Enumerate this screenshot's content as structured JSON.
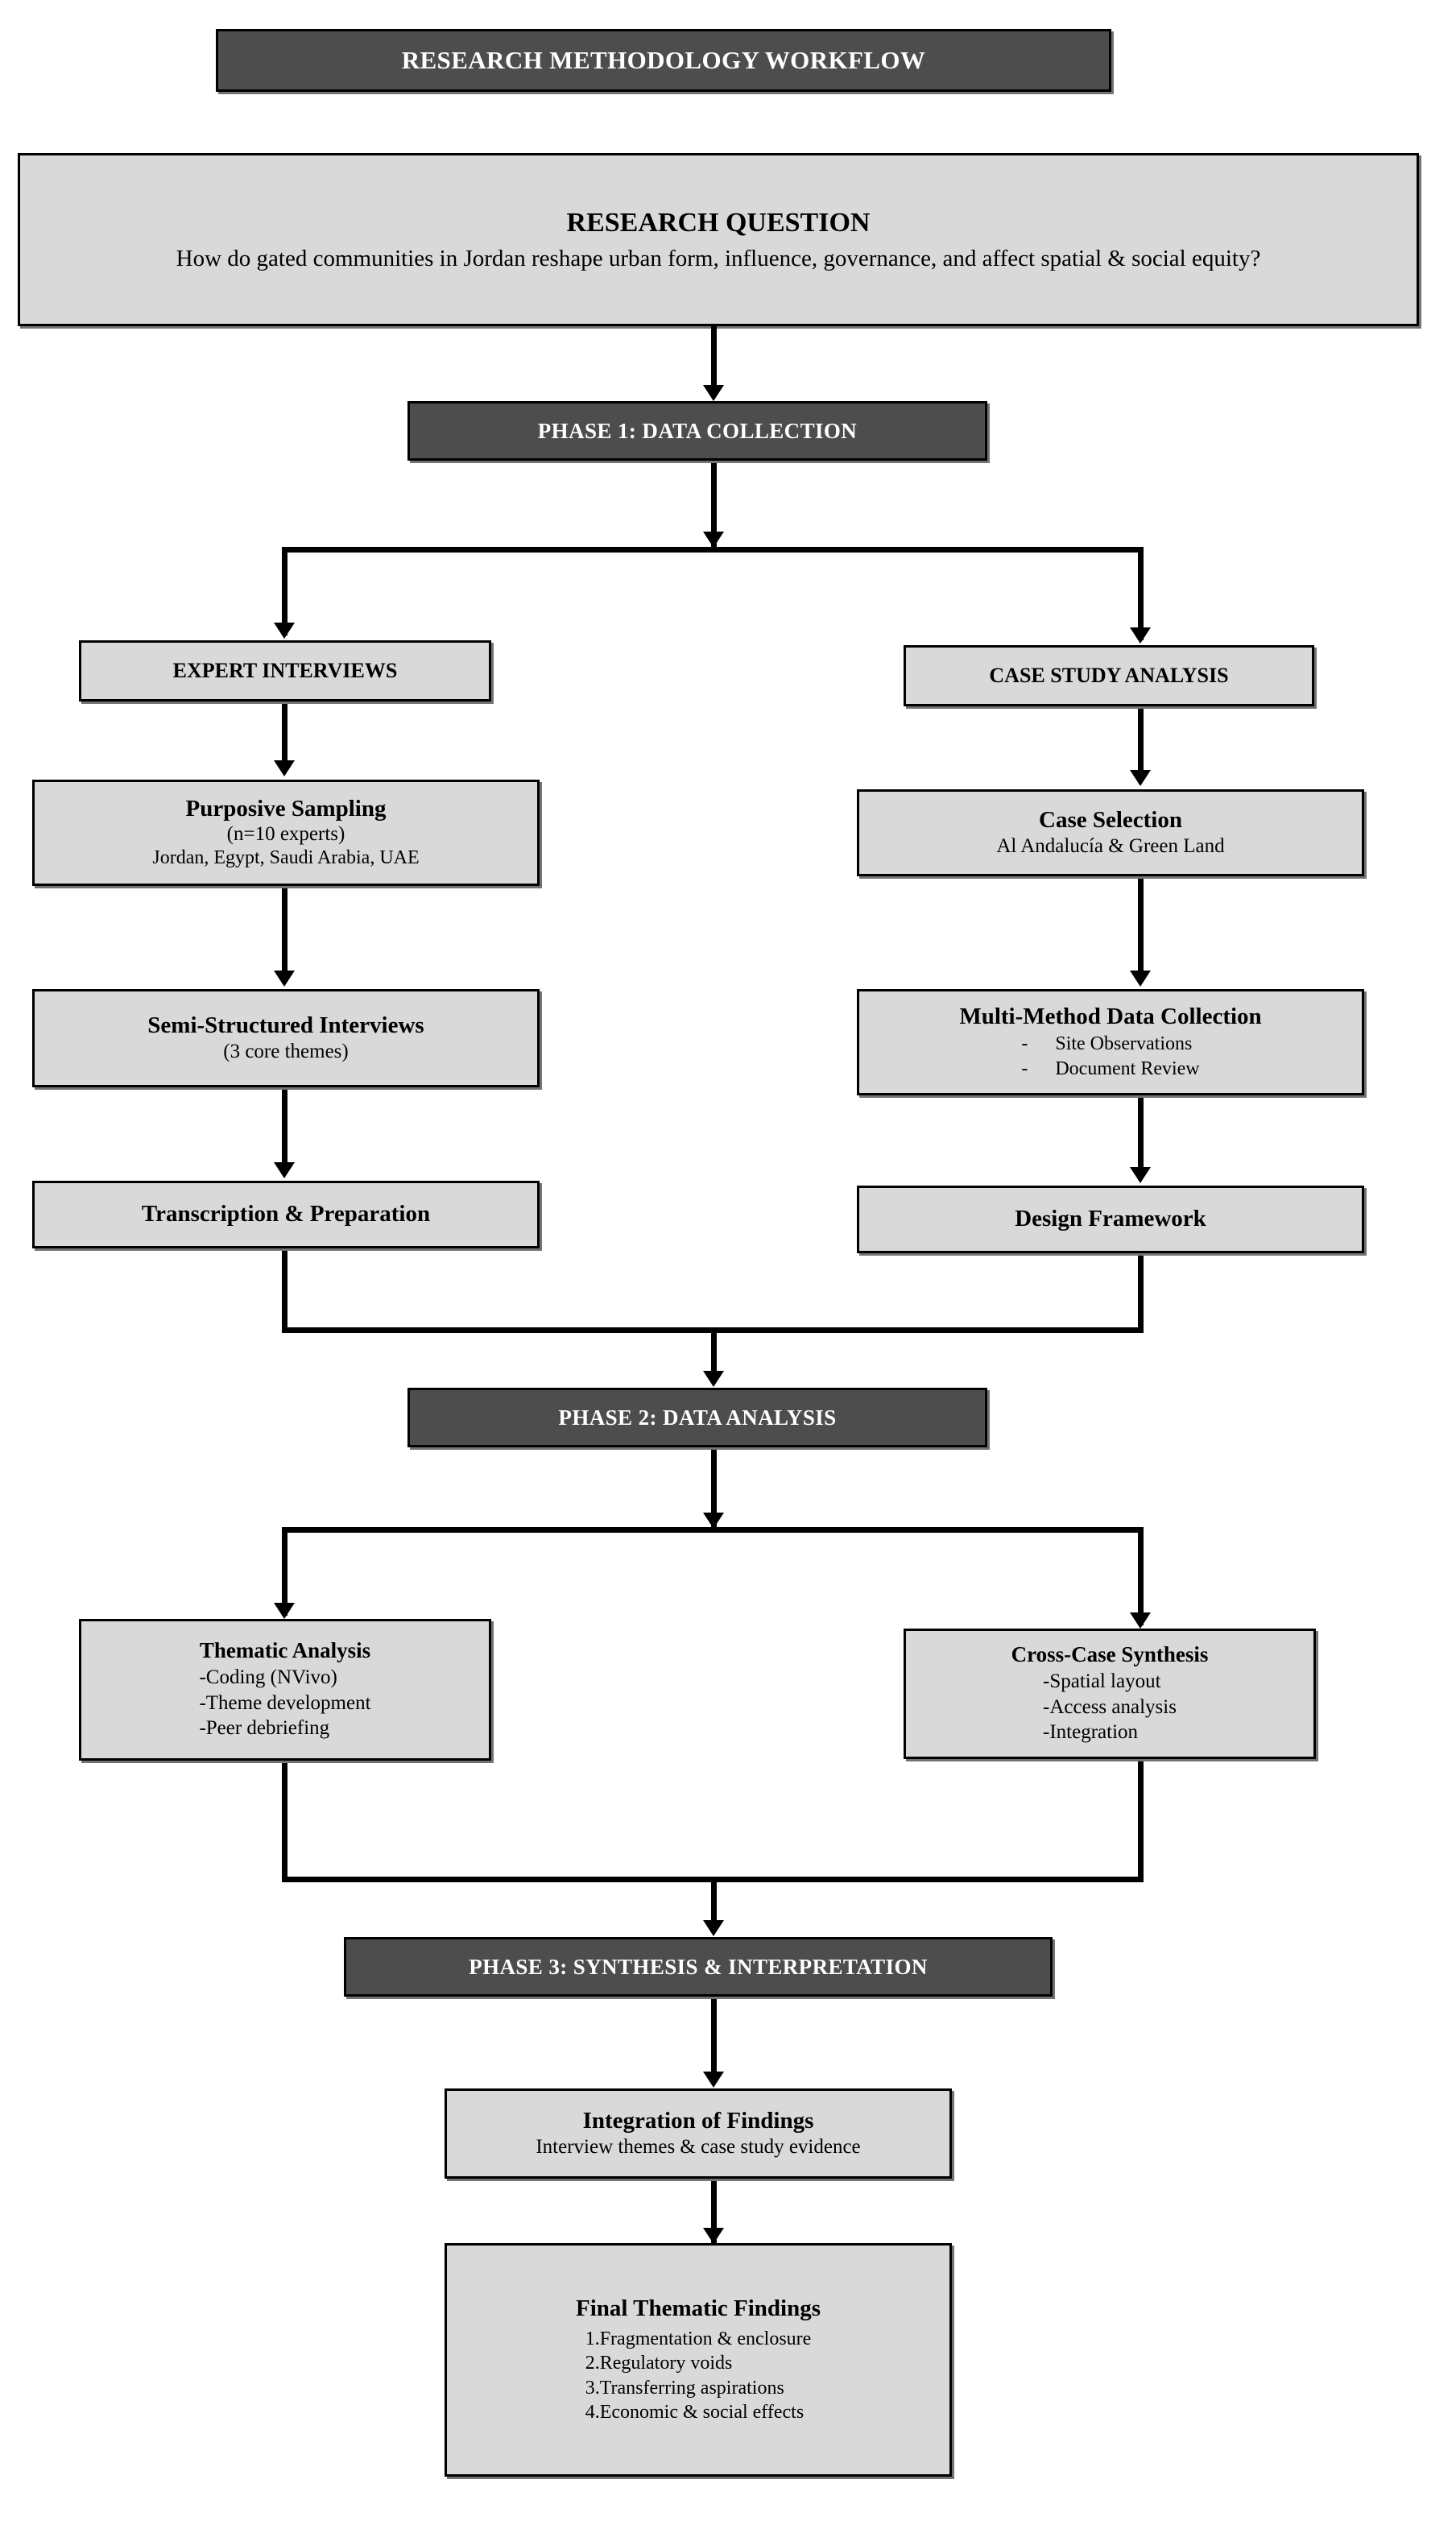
{
  "document": {
    "title": "RESEARCH METHODOLOGY WORKFLOW"
  },
  "colors": {
    "banner_fill": "#4d4d4d",
    "banner_text": "#ffffff",
    "node_fill": "#d9d9d9",
    "stroke": "#000000",
    "page_background": "#ffffff"
  },
  "research_question": {
    "heading": "RESEARCH QUESTION",
    "text": "How do gated communities in Jordan reshape urban form, influence, governance, and affect spatial & social equity?"
  },
  "phases": {
    "phase1": "PHASE 1: DATA COLLECTION",
    "phase2": "PHASE 2: DATA ANALYSIS",
    "phase3": "PHASE 3: SYNTHESIS & INTERPRETATION"
  },
  "branch_left": {
    "header": "EXPERT INTERVIEWS",
    "steps": [
      {
        "title": "Purposive Sampling",
        "sub1": "(n=10 experts)",
        "sub2": "Jordan, Egypt, Saudi Arabia, UAE"
      },
      {
        "title": "Semi-Structured Interviews",
        "sub1": "(3 core themes)"
      },
      {
        "title": "Transcription  & Preparation"
      }
    ]
  },
  "branch_right": {
    "header": "CASE STUDY ANALYSIS",
    "steps": [
      {
        "title": "Case Selection",
        "sub1": "Al Andalucía & Green Land"
      },
      {
        "title": "Multi-Method  Data Collection",
        "bullets": [
          "Site Observations",
          "Document Review"
        ]
      },
      {
        "title": "Design Framework"
      }
    ]
  },
  "analysis_left": {
    "title": "Thematic Analysis",
    "items": [
      "-Coding (NVivo)",
      "-Theme development",
      "-Peer debriefing"
    ]
  },
  "analysis_right": {
    "title": "Cross-Case Synthesis",
    "items": [
      "-Spatial layout",
      "-Access analysis",
      "-Integration"
    ]
  },
  "integration": {
    "title": "Integration of Findings",
    "sub1": "Interview themes & case study evidence"
  },
  "final_findings": {
    "title": "Final Thematic Findings",
    "items": [
      "1.Fragmentation & enclosure",
      "2.Regulatory voids",
      "3.Transferring aspirations",
      "4.Economic & social effects"
    ]
  }
}
